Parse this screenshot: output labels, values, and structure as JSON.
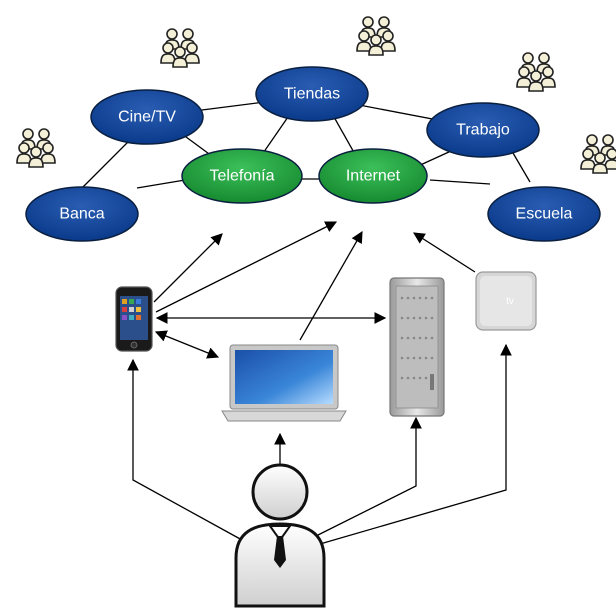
{
  "nodes": {
    "cine_tv": "Cine/TV",
    "tiendas": "Tiendas",
    "trabajo": "Trabajo",
    "banca": "Banca",
    "telefonia": "Telefonía",
    "internet": "Internet",
    "escuela": "Escuela"
  },
  "devices": {
    "appletv_label": "tv"
  },
  "colors": {
    "blue_node": "#0a3d8f",
    "green_node": "#1a9a3a",
    "node_stroke": "#0a1f3f"
  },
  "icons": [
    "people-group-icon",
    "smartphone-icon",
    "laptop-icon",
    "tower-computer-icon",
    "apple-tv-icon",
    "user-icon"
  ]
}
